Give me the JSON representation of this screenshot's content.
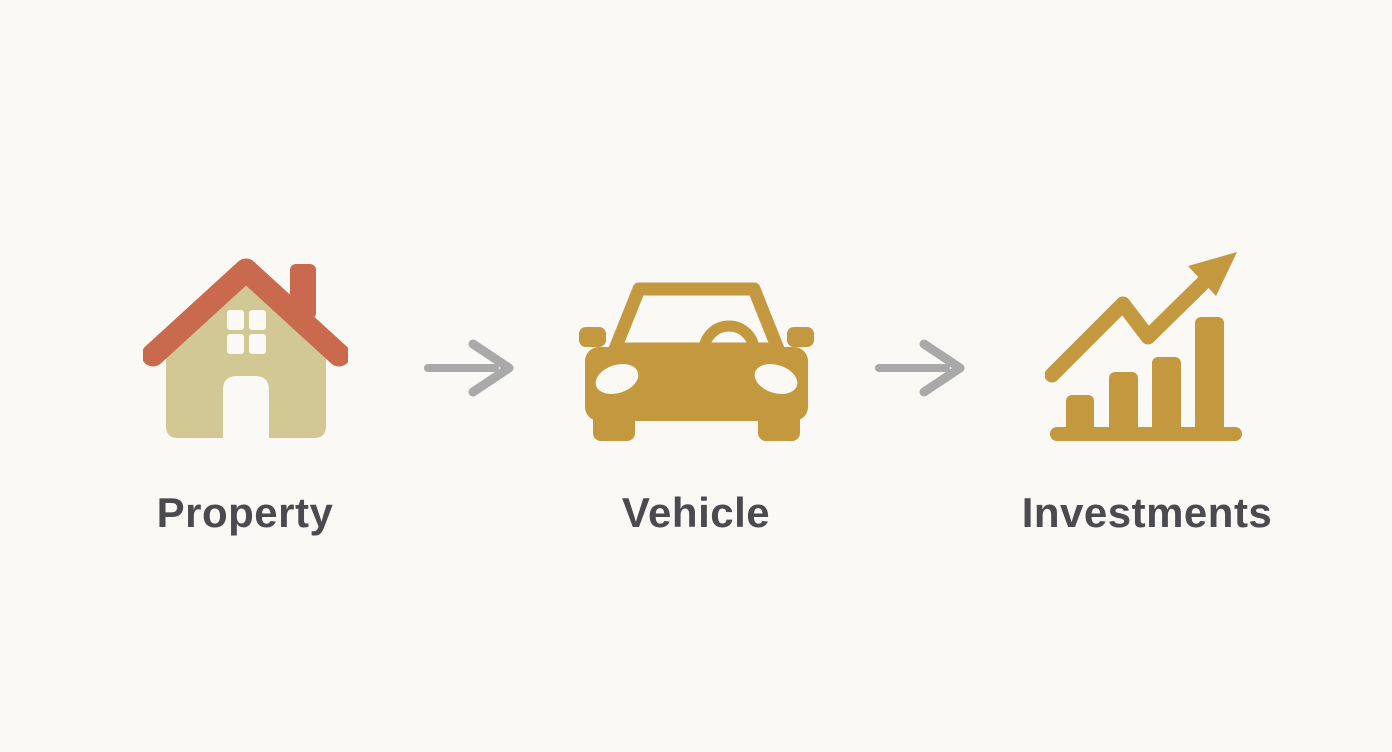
{
  "colors": {
    "background": "#faf9f6",
    "label_text": "#4a4a4f",
    "arrow_gray": "#a9a9a9",
    "gold": "#c3983f",
    "house_body": "#d2c893",
    "house_roof": "#c96a4e",
    "cutout": "#faf9f6"
  },
  "items": [
    {
      "label": "Property",
      "icon": "house-icon"
    },
    {
      "label": "Vehicle",
      "icon": "car-icon"
    },
    {
      "label": "Investments",
      "icon": "bar-chart-growth-icon"
    }
  ],
  "connector": {
    "icon": "arrow-right-icon"
  }
}
